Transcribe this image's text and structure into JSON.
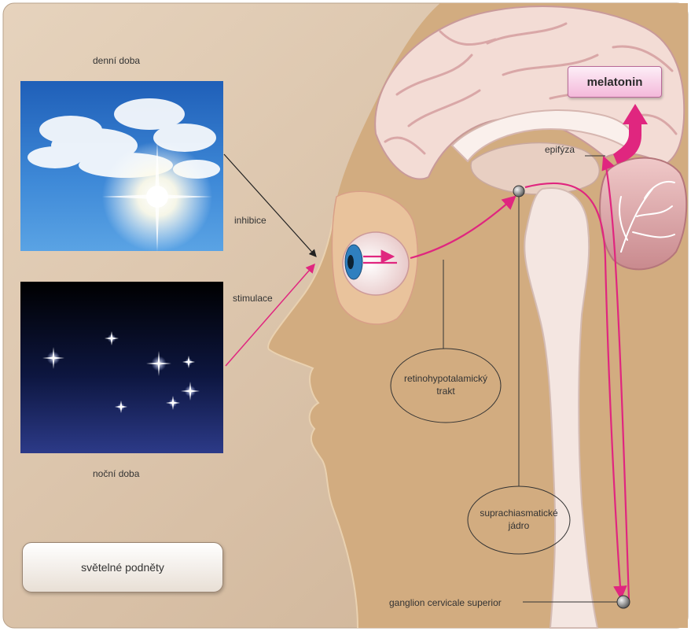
{
  "labels": {
    "day": "denní doba",
    "night": "noční doba",
    "inhibition": "inhibice",
    "stimulation": "stimulace",
    "epiphysis": "epifýza",
    "melatonin": "melatonin",
    "retino_line1": "retinohypotalamický",
    "retino_line2": "trakt",
    "supra_line1": "suprachiasmatické",
    "supra_line2": "jádro",
    "ganglion": "ganglion cervicale superior",
    "stimuli": "světelné podněty"
  },
  "colors": {
    "background": "#d9c3ab",
    "pathway": "#e0267f",
    "brain": "#f2d8d2",
    "face": "#d4ae83",
    "day_sky": "#2a6cc5",
    "night_sky": "#0a0e2a"
  },
  "icons": {
    "nucleus_node": "grey-sphere",
    "ganglion_node": "grey-sphere"
  }
}
